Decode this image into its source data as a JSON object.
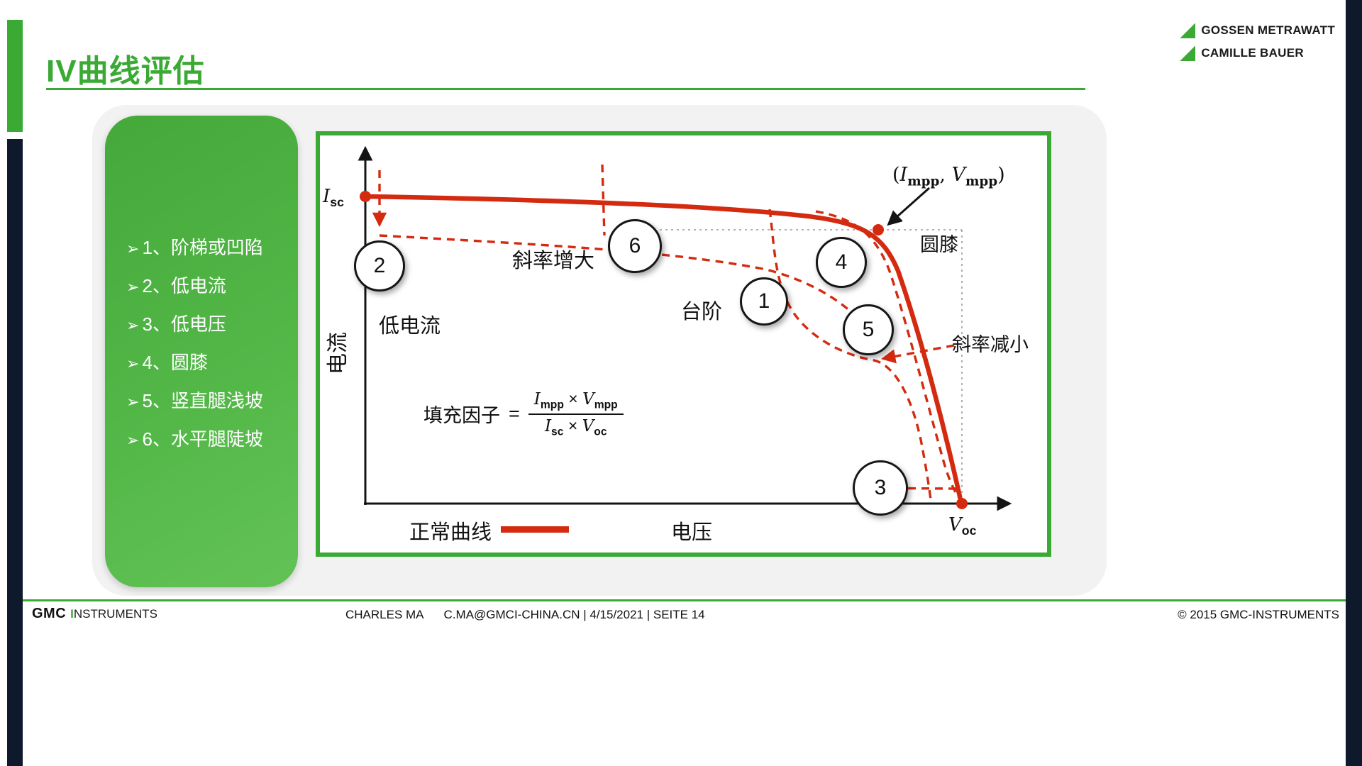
{
  "header": {
    "title": "IV曲线评估",
    "brand": {
      "line1": "GOSSEN METRAWATT",
      "line2": "CAMILLE BAUER"
    }
  },
  "panel": {
    "items": [
      {
        "bullet": "➢",
        "text": "1、阶梯或凹陷"
      },
      {
        "bullet": "➢",
        "text": "2、低电流"
      },
      {
        "bullet": "➢",
        "text": "3、低电压"
      },
      {
        "bullet": "➢",
        "text": "4、圆膝"
      },
      {
        "bullet": "➢",
        "text": "5、竖直腿浅坡"
      },
      {
        "bullet": "➢",
        "text": "6、水平腿陡坡"
      }
    ]
  },
  "chart": {
    "axes": {
      "y_label": "电流",
      "x_label": "电压"
    },
    "isc": {
      "sym": "I",
      "sub": "sc"
    },
    "voc": {
      "sym": "V",
      "sub": "oc"
    },
    "mpp": {
      "open": "(",
      "sym1": "I",
      "sub1": "mpp",
      "sep": ", ",
      "sym2": "V",
      "sub2": "mpp",
      "close": ")"
    },
    "labels": {
      "slope_increase": "斜率增大",
      "low_current": "低电流",
      "step": "台阶",
      "round_knee": "圆膝",
      "slope_decrease": "斜率减小"
    },
    "markers": [
      {
        "n": "2"
      },
      {
        "n": "6"
      },
      {
        "n": "1"
      },
      {
        "n": "4"
      },
      {
        "n": "5"
      },
      {
        "n": "3"
      }
    ],
    "formula": {
      "label": "填充因子",
      "eq": "=",
      "num": {
        "sym1": "I",
        "sub1": "mpp",
        "times": " × ",
        "sym2": "V",
        "sub2": "mpp"
      },
      "den": {
        "sym1": "I",
        "sub1": "sc",
        "times": " × ",
        "sym2": "V",
        "sub2": "oc"
      }
    },
    "legend": {
      "label": "正常曲线"
    }
  },
  "footer": {
    "brand": {
      "gmc": "GMC",
      "green_i": "I",
      "rest": "NSTRUMENTS"
    },
    "presenter": "CHARLES MA",
    "details": "C.MA@GMCI-CHINA.CN | 4/15/2021 | SEITE 14",
    "copyright": "© 2015 GMC-INSTRUMENTS"
  },
  "colors": {
    "green": "#3aaa35",
    "navy": "#0e1a2b",
    "red": "#d42a10"
  }
}
